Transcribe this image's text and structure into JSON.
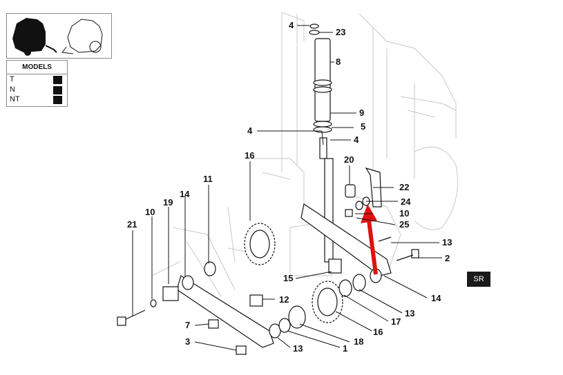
{
  "models": {
    "title": "MODELS",
    "items": [
      {
        "label": "T"
      },
      {
        "label": "N"
      },
      {
        "label": "NT"
      }
    ]
  },
  "badge": "SR",
  "callouts": {
    "c1": "1",
    "c2": "2",
    "c3": "3",
    "c4a": "4",
    "c4b": "4",
    "c4c": "4",
    "c5": "5",
    "c7": "7",
    "c8": "8",
    "c9": "9",
    "c10a": "10",
    "c10b": "10",
    "c11": "11",
    "c12": "12",
    "c13a": "13",
    "c13b": "13",
    "c13c": "13",
    "c14a": "14",
    "c14b": "14",
    "c15": "15",
    "c16a": "16",
    "c16b": "16",
    "c17": "17",
    "c18": "18",
    "c19": "19",
    "c20": "20",
    "c21": "21",
    "c22": "22",
    "c23": "23",
    "c24": "24",
    "c25": "25"
  },
  "colors": {
    "highlight_arrow": "#e01010",
    "ink": "#111111",
    "frame": "#c8c8c8"
  }
}
